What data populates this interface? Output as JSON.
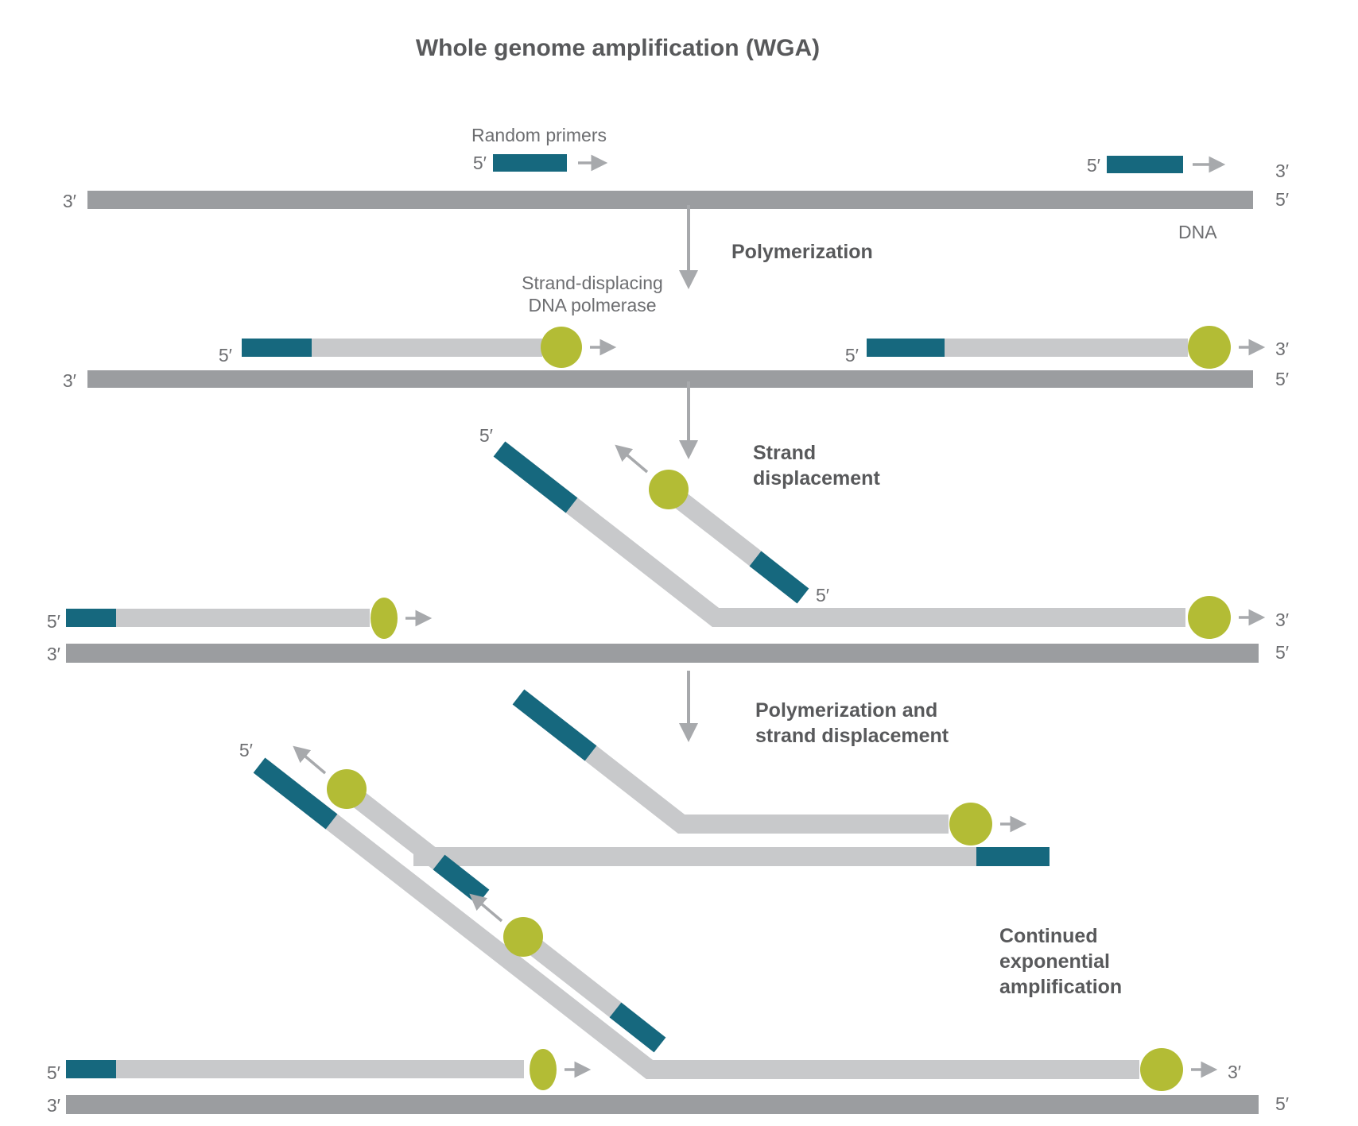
{
  "title": "Whole genome amplification (WGA)",
  "colors": {
    "primer_teal": "#16687e",
    "template_gray": "#9b9da0",
    "new_strand_gray": "#c8c9cb",
    "polymerase_green": "#b3bc35",
    "arrow_gray": "#a7a9ac",
    "heading_text": "#58595b",
    "label_text": "#6d6e71"
  },
  "labels": {
    "random_primers": "Random primers",
    "dna": "DNA",
    "five_prime": "5′",
    "three_prime": "3′"
  },
  "steps": {
    "polymerization": "Polymerization",
    "enzyme_line1": "Strand-displacing",
    "enzyme_line2": "DNA polmerase",
    "strand": "Strand",
    "displacement": "displacement",
    "poly_sd_line1": "Polymerization and",
    "poly_sd_line2": "strand displacement",
    "continued": "Continued",
    "exponential": "exponential",
    "amplification": "amplification"
  }
}
